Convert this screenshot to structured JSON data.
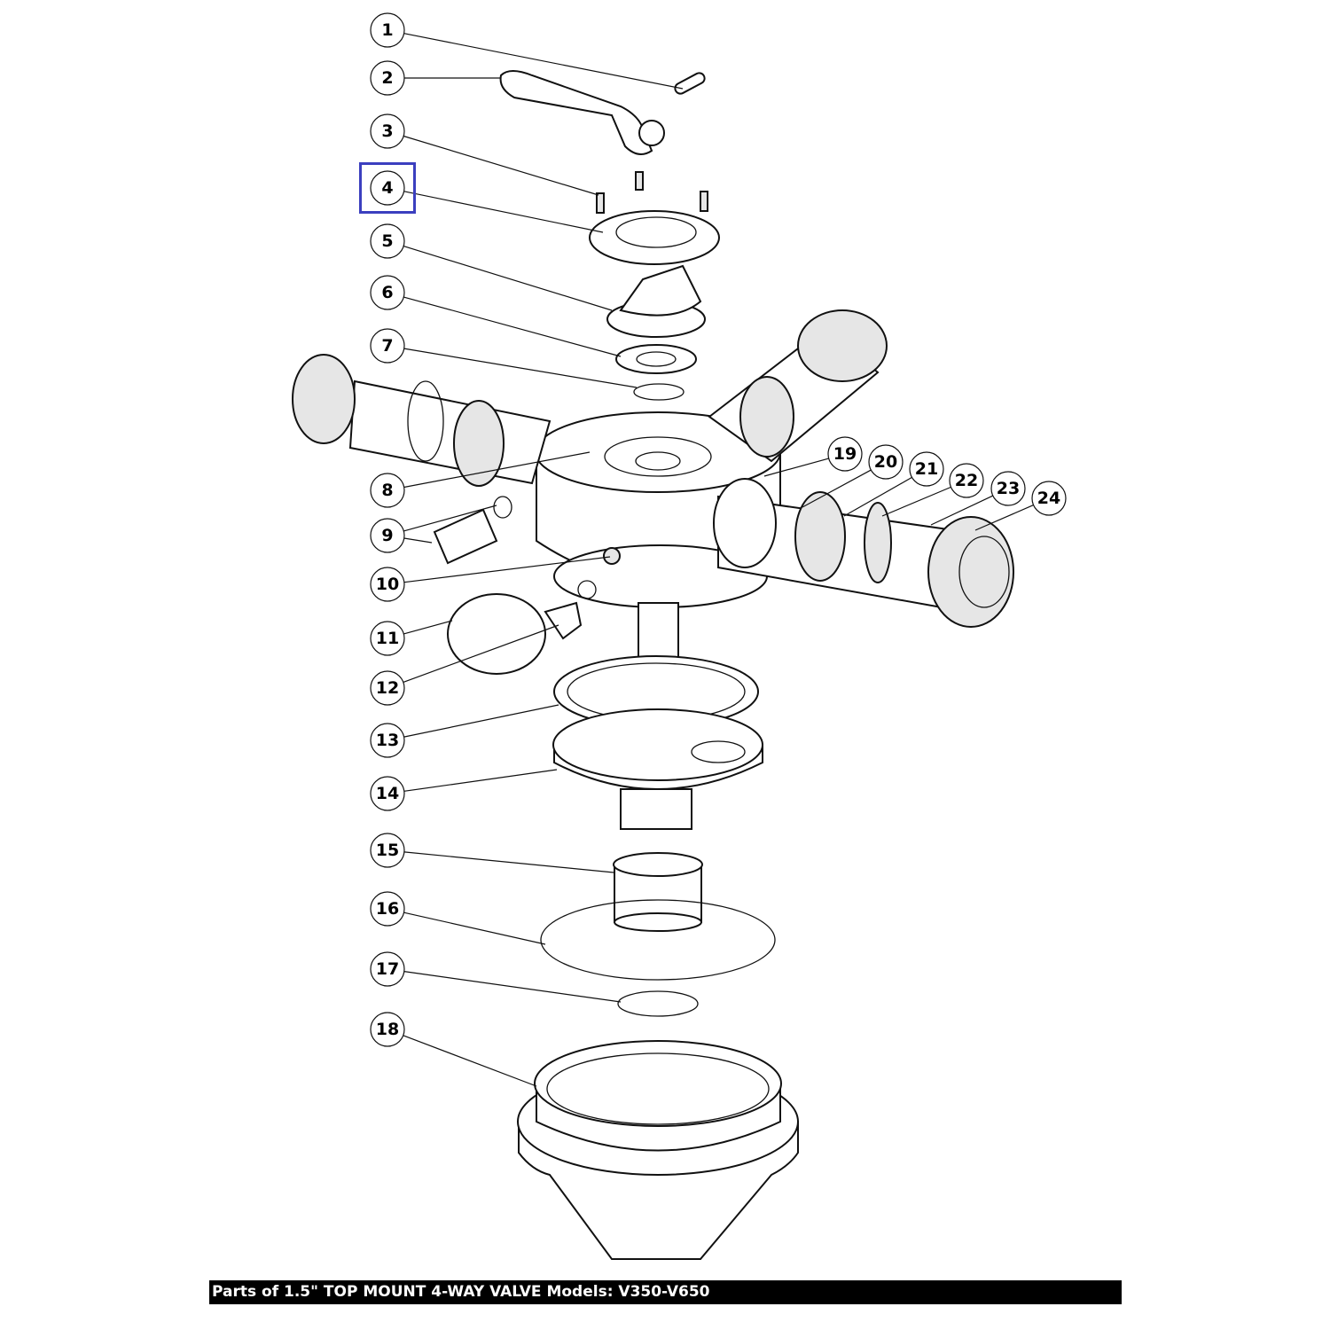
{
  "diagram": {
    "caption": "Parts of 1.5\" TOP MOUNT 4-WAY VALVE Models: V350-V650",
    "highlighted_callout": "4",
    "highlight_color": "#3b3fbf",
    "callouts": [
      "1",
      "2",
      "3",
      "4",
      "5",
      "6",
      "7",
      "8",
      "9",
      "10",
      "11",
      "12",
      "13",
      "14",
      "15",
      "16",
      "17",
      "18",
      "19",
      "20",
      "21",
      "22",
      "23",
      "24"
    ]
  }
}
